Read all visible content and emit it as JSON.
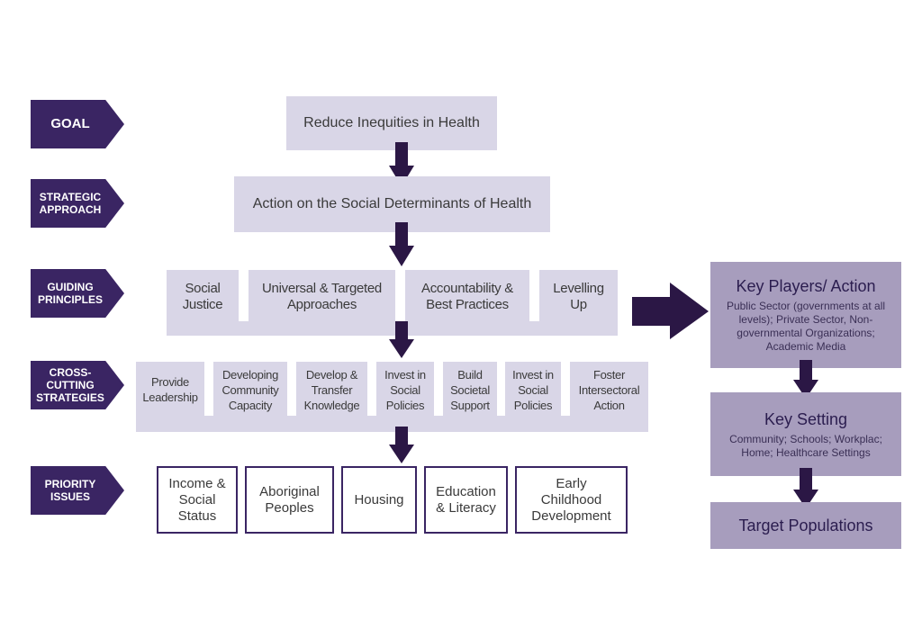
{
  "labels": {
    "goal": "GOAL",
    "strategic_approach": "STRATEGIC\nAPPROACH",
    "guiding_principles": "GUIDING\nPRINCIPLES",
    "cross_cutting": "CROSS-\nCUTTING\nSTRATEGIES",
    "priority_issues": "PRIORITY\nISSUES"
  },
  "goal_text": "Reduce Inequities in Health",
  "approach_text": "Action on the Social Determinants of Health",
  "principles": [
    "Social\nJustice",
    "Universal & Targeted\nApproaches",
    "Accountability &\nBest Practices",
    "Levelling\nUp"
  ],
  "strategies": [
    "Provide\nLeadership",
    "Developing\nCommunity\nCapacity",
    "Develop &\nTransfer\nKnowledge",
    "Invest in\nSocial\nPolicies",
    "Build\nSocietal\nSupport",
    "Invest in\nSocial\nPolicies",
    "Foster\nIntersectoral\nAction"
  ],
  "issues": [
    "Income &\nSocial\nStatus",
    "Aboriginal\nPeoples",
    "Housing",
    "Education\n& Literacy",
    "Early\nChildhood\nDevelopment"
  ],
  "key_players": {
    "title": "Key Players/ Action",
    "text": "Public Sector (governments at all levels); Private Sector, Non-governmental Organizations; Academic Media"
  },
  "key_setting": {
    "title": "Key Setting",
    "text": "Community; Schools; Workplac; Home; Healthcare Settings"
  },
  "target_populations": {
    "title": "Target Populations"
  },
  "colors": {
    "dark_purple": "#3a2563",
    "light_lavender": "#d9d6e7",
    "mid_lavender": "#a79dbd"
  }
}
